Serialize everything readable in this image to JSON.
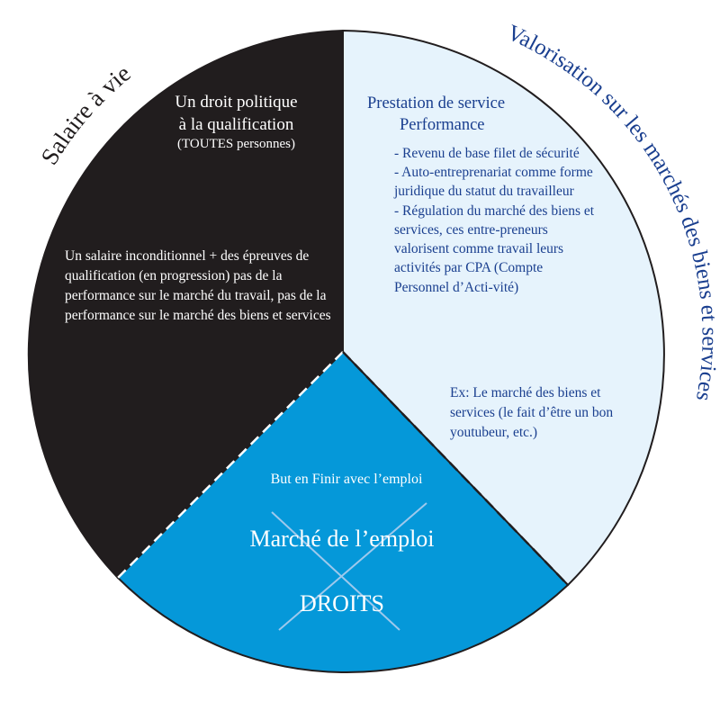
{
  "labels": {
    "outer_left": "Salaire à vie",
    "outer_right": "Valorisation sur les marchés des biens et services"
  },
  "black_sector": {
    "title_lines": [
      "Un droit politique",
      "à la qualification",
      "(TOUTES personnes)"
    ],
    "body": "Un salaire inconditionnel + des épreuves de qualification (en progression) pas de la performance sur le marché du travail, pas de la performance sur le marché des biens et services"
  },
  "light_blue_sector": {
    "title_lines": [
      "Prestation de service",
      "Performance"
    ],
    "bullets": [
      "- Revenu de base filet de sécurité",
      "- Auto-entreprenariat comme forme juridique du statut du travailleur",
      "- Régulation du marché des biens et services, ces entre-preneurs valorisent comme travail leurs activités par CPA (Compte Personnel d’Acti-vité)"
    ],
    "example": "Ex: Le marché des biens et services (le fait d’être un bon youtubeur, etc.)"
  },
  "blue_sector": {
    "goal": "But en Finir avec l’emploi",
    "market": "Marché de l’emploi",
    "rights": "DROITS"
  },
  "colors": {
    "black": "#211d1e",
    "light_blue": "#e6f3fc",
    "blue": "#0598d9",
    "dark_blue_text": "#1a3f8f",
    "cross": "#9ec9ec"
  }
}
